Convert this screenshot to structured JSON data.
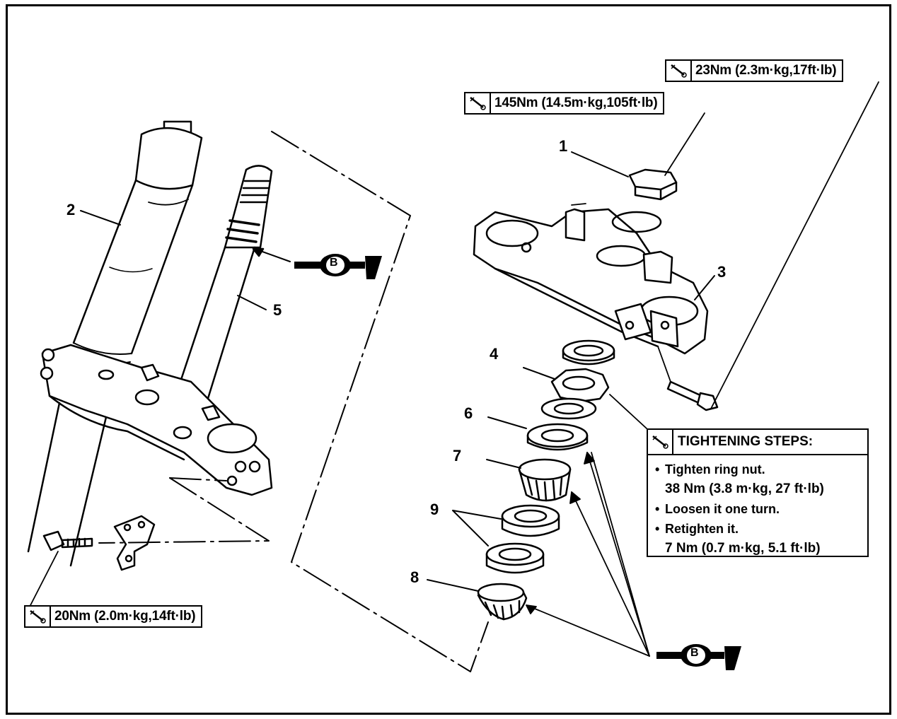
{
  "callouts": {
    "c1": "1",
    "c2": "2",
    "c3": "3",
    "c4": "4",
    "c5": "5",
    "c6": "6",
    "c7": "7",
    "c8": "8",
    "c9": "9"
  },
  "torque_specs": {
    "pinch_bolt": "23Nm (2.3m·kg,17ft·lb)",
    "steering_nut": "145Nm (14.5m·kg,105ft·lb)",
    "lower_bolt": "20Nm (2.0m·kg,14ft·lb)"
  },
  "tightening": {
    "title": "TIGHTENING STEPS:",
    "step1": "Tighten ring nut.",
    "value1": "38 Nm (3.8 m·kg, 27 ft·lb)",
    "step2": "Loosen it one turn.",
    "step3": "Retighten it.",
    "value2": "7 Nm (0.7 m·kg, 5.1 ft·lb)"
  },
  "grease_symbol": "B",
  "bullet": "•"
}
